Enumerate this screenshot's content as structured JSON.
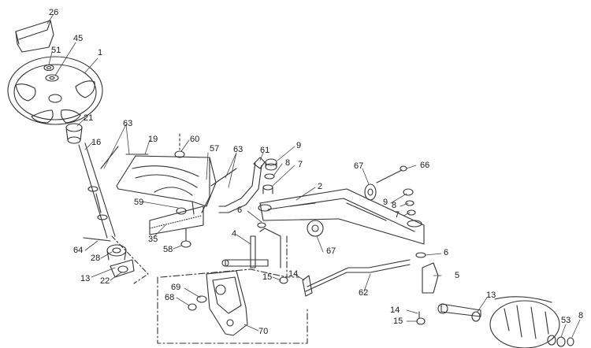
{
  "diagram": {
    "part_numbers": {
      "p26": "26",
      "p45": "45",
      "p51": "51",
      "p1": "1",
      "p21": "21",
      "p16": "16",
      "p63a": "63",
      "p19": "19",
      "p60": "60",
      "p57": "57",
      "p63b": "63",
      "p61": "61",
      "p9a": "9",
      "p8a": "8",
      "p7a": "7",
      "p67a": "67",
      "p66": "66",
      "p2": "2",
      "p9b": "9",
      "p8b": "8",
      "p7b": "7",
      "p6a": "6",
      "p59": "59",
      "p35": "35",
      "p58": "58",
      "p4": "4",
      "p67b": "67",
      "p6b": "6",
      "p5": "5",
      "p64": "64",
      "p28": "28",
      "p13a": "13",
      "p22": "22",
      "p15a": "15",
      "p14a": "14",
      "p69": "69",
      "p68": "68",
      "p62": "62",
      "p13b": "13",
      "p14b": "14",
      "p15b": "15",
      "p70": "70",
      "p53": "53",
      "p8c": "8"
    }
  }
}
